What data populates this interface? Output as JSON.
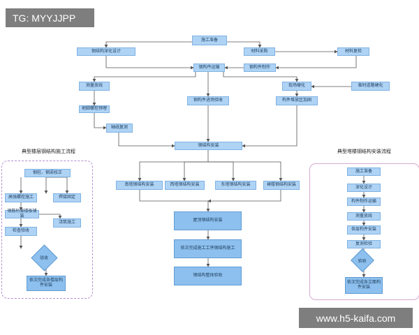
{
  "watermark_top": "TG: MYYJJPP",
  "watermark_bottom": "www.h5-kaifa.com",
  "main": {
    "start": "施工准备",
    "deepen_design": "钢结构深化设计",
    "material_purchase": "材料采购",
    "material_recheck": "材料复检",
    "fabrication": "钢构件制作",
    "transport": "钢构件运输",
    "survey_layout": "测量放线",
    "site_harden": "现场硬化",
    "temp_road": "临时道路硬化",
    "entry_accept": "钢构件进场验收",
    "storage_reinforce": "构件堆放区加固",
    "anchor_bolt": "地脚螺栓预埋",
    "axis_recheck": "轴线复测",
    "steel_install": "钢结构安装",
    "south_tower": "南塔钢结构安装",
    "west_tower": "西塔钢结构安装",
    "east_tower": "东塔钢结构安装",
    "podium": "裙楼钢结构安装",
    "roof_truss": "屋顶钢结构安装",
    "next_process": "依次完成施工工序钢结构施工",
    "final_accept": "钢结构整体验收"
  },
  "left_panel": {
    "title": "典型楼层钢结构施工流程",
    "column_correction": "钢柱、钢梁校正",
    "hs_bolt": "高强螺栓施工",
    "weld_inspect": "焊接固定",
    "deck_plate": "钢筋桁架楼板铺装",
    "concrete": "浇筑施工",
    "check_acceptance": "检查验收",
    "accept": "验收",
    "finish_floors": "依次完成各楼层构件安装"
  },
  "right_panel": {
    "title": "典型塔楼钢结构安装流程",
    "steps": [
      "施工准备",
      "深化设计",
      "构件制作运输",
      "测量放线",
      "各层构件安装",
      "复测检验"
    ],
    "accept": "验收",
    "finish": "依次完成各立面构件安装"
  }
}
